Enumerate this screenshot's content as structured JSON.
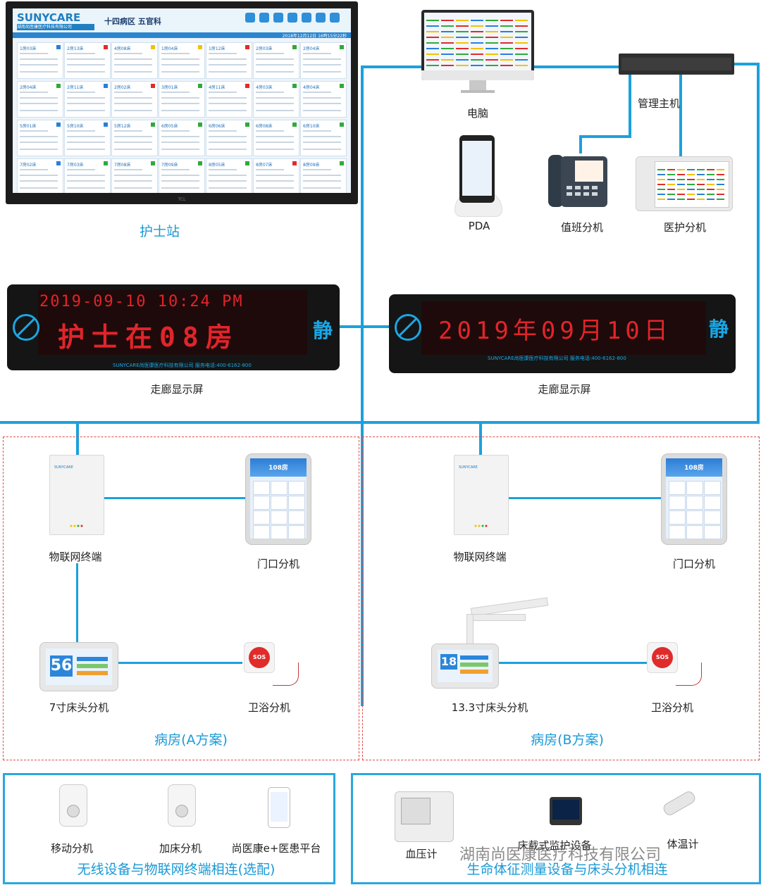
{
  "nurse_station": {
    "label": "护士站",
    "screen": {
      "brand": "SUNYCARE",
      "brand_sub": "湖南尚医康医疗科技有限公司",
      "title": "十四病区 五官科",
      "date": "2018年12月12日 16時15分22秒",
      "cards": [
        {
          "room": "1房03床",
          "color": "#2a7fd8"
        },
        {
          "room": "2房13床",
          "color": "#e02b2b"
        },
        {
          "room": "4房08床",
          "color": "#f2c200"
        },
        {
          "room": "1房04床",
          "color": "#f2c200"
        },
        {
          "room": "1房12床",
          "color": "#e02b2b"
        },
        {
          "room": "2房03床",
          "color": "#2faa3a"
        },
        {
          "room": "2房04床",
          "color": "#2faa3a"
        },
        {
          "room": "2房04床",
          "color": "#2faa3a"
        },
        {
          "room": "2房11床",
          "color": "#2a7fd8"
        },
        {
          "room": "2房02床",
          "color": "#e02b2b"
        },
        {
          "room": "3房01床",
          "color": "#2faa3a"
        },
        {
          "room": "4房11床",
          "color": "#e02b2b"
        },
        {
          "room": "4房03床",
          "color": "#2faa3a"
        },
        {
          "room": "4房04床",
          "color": "#2faa3a"
        },
        {
          "room": "5房01床",
          "color": "#2a7fd8"
        },
        {
          "room": "5房10床",
          "color": "#2a7fd8"
        },
        {
          "room": "5房12床",
          "color": "#2faa3a"
        },
        {
          "room": "6房05床",
          "color": "#2faa3a"
        },
        {
          "room": "6房06床",
          "color": "#2faa3a"
        },
        {
          "room": "6房08床",
          "color": "#2faa3a"
        },
        {
          "room": "6房10床",
          "color": "#2faa3a"
        },
        {
          "room": "7房02床",
          "color": "#2a7fd8"
        },
        {
          "room": "7房03床",
          "color": "#2faa3a"
        },
        {
          "room": "7房08床",
          "color": "#2faa3a"
        },
        {
          "room": "7房09床",
          "color": "#2faa3a"
        },
        {
          "room": "8房05床",
          "color": "#2faa3a"
        },
        {
          "room": "8房07床",
          "color": "#e02b2b"
        },
        {
          "room": "8房09床",
          "color": "#2faa3a"
        }
      ]
    }
  },
  "devices": {
    "computer": "电脑",
    "host": "管理主机",
    "pda": "PDA",
    "duty_phone": "值班分机",
    "medical_terminal": "医护分机",
    "corridor_left": "走廊显示屏",
    "corridor_right": "走廊显示屏",
    "iot_a": "物联网终端",
    "door_a": "门口分机",
    "iot_b": "物联网终端",
    "door_b": "门口分机",
    "bedside_a": "7寸床头分机",
    "bath_a": "卫浴分机",
    "bedside_b": "13.3寸床头分机",
    "bath_b": "卫浴分机",
    "door_room": "108房",
    "bedside_a_num": "56",
    "bedside_b_num": "18"
  },
  "led_left": {
    "line1": "2019-09-10    10:24  PM",
    "line2": "护士在08房",
    "quiet": "静",
    "footer": "SUNYCARE尚医康医疗科技有限公司  服务电话:400-6162-800"
  },
  "led_right": {
    "line1": "2019年09月10日",
    "quiet": "静",
    "footer": "SUNYCARE尚医康医疗科技有限公司  服务电话:400-6162-800"
  },
  "ward_a": {
    "label": "病房(A方案)"
  },
  "ward_b": {
    "label": "病房(B方案)"
  },
  "wireless": {
    "mobile": "移动分机",
    "bed_add": "加床分机",
    "platform": "尚医康e+医患平台",
    "caption": "无线设备与物联网终端相连(选配)"
  },
  "vitals": {
    "bp": "血压计",
    "monitor": "床载式监护设备",
    "thermo": "体温计",
    "caption": "生命体征测量设备与床头分机相连"
  },
  "watermark": "湖南尚医康医疗科技有限公司",
  "colors": {
    "line": "#1ba1dc",
    "dash": "#e04a4a",
    "led_red": "#e2242b",
    "accent": "#19a7e6"
  }
}
